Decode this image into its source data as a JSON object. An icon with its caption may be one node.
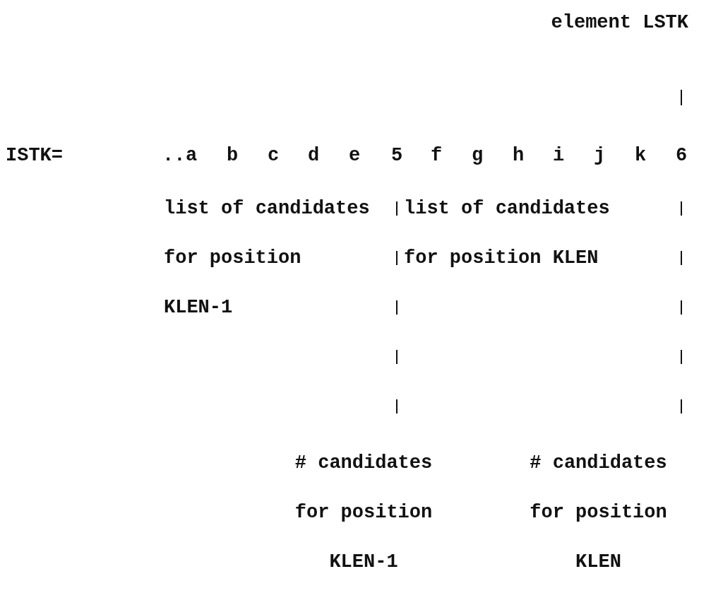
{
  "diagram": {
    "nodes": [
      {
        "text": [
          "element LSTK"
        ]
      },
      {
        "text": [
          "5"
        ]
      },
      {
        "text": [
          "6"
        ]
      },
      {
        "text": [
          "# candidates for position KLEN-1"
        ]
      },
      {
        "text": [
          "# candidates for position KLEN"
        ]
      }
    ],
    "edges": [
      {
        "from": 0,
        "to": 2,
        "arrow": "none",
        "style": "dashed"
      },
      {
        "from": 1,
        "to": 3,
        "arrow": "none",
        "style": "dashed"
      },
      {
        "from": 2,
        "to": 4,
        "arrow": "none",
        "style": "dashed"
      }
    ],
    "labels": [
      "ISTK=",
      "..",
      "a",
      "b",
      "c",
      "d",
      "e",
      "f",
      "g",
      "h",
      "i",
      "j",
      "k",
      "list of candidates for position KLEN-1",
      "list of candidates for position KLEN"
    ]
  }
}
